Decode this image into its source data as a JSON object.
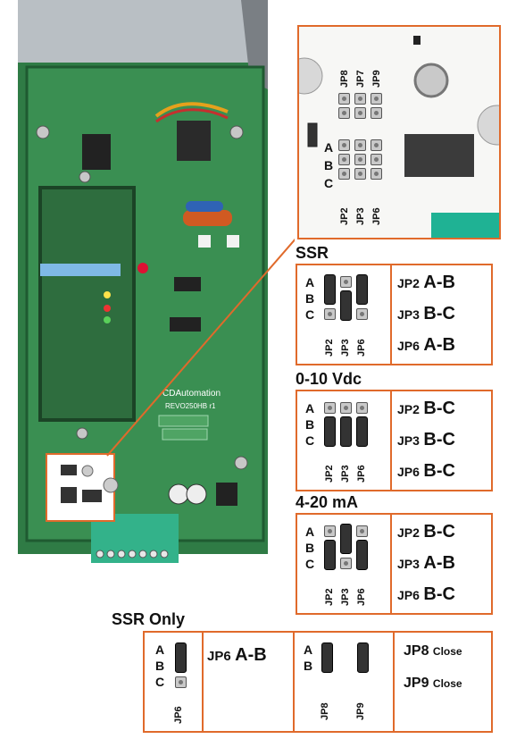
{
  "zoom_panel": {
    "top_jumpers": [
      "JP8",
      "JP7",
      "JP9"
    ],
    "rows": [
      "A",
      "B",
      "C"
    ],
    "bottom_jumpers": [
      "JP2",
      "JP3",
      "JP6"
    ]
  },
  "board": {
    "brand": "CDAutomation",
    "model": "REVO250HB r1"
  },
  "configs": [
    {
      "title": "SSR",
      "columns": [
        "JP2",
        "JP3",
        "JP6"
      ],
      "rows": [
        "A",
        "B",
        "C"
      ],
      "settings": [
        {
          "jumper": "JP2",
          "value": "A-B"
        },
        {
          "jumper": "JP3",
          "value": "B-C"
        },
        {
          "jumper": "JP6",
          "value": "A-B"
        }
      ]
    },
    {
      "title": "0-10 Vdc",
      "columns": [
        "JP2",
        "JP3",
        "JP6"
      ],
      "rows": [
        "A",
        "B",
        "C"
      ],
      "settings": [
        {
          "jumper": "JP2",
          "value": "B-C"
        },
        {
          "jumper": "JP3",
          "value": "B-C"
        },
        {
          "jumper": "JP6",
          "value": "B-C"
        }
      ]
    },
    {
      "title": "4-20 mA",
      "columns": [
        "JP2",
        "JP3",
        "JP6"
      ],
      "rows": [
        "A",
        "B",
        "C"
      ],
      "settings": [
        {
          "jumper": "JP2",
          "value": "B-C"
        },
        {
          "jumper": "JP3",
          "value": "A-B"
        },
        {
          "jumper": "JP6",
          "value": "B-C"
        }
      ]
    }
  ],
  "ssr_only": {
    "title": "SSR Only",
    "jp6_rows": [
      "A",
      "B",
      "C"
    ],
    "jp6_column": "JP6",
    "jp6_setting": {
      "jumper": "JP6",
      "value": "A-B"
    },
    "jp89_rows": [
      "A",
      "B"
    ],
    "jp89_columns": [
      "JP8",
      "JP9"
    ],
    "jp8_setting": {
      "jumper": "JP8",
      "value": "Close"
    },
    "jp9_setting": {
      "jumper": "JP9",
      "value": "Close"
    }
  }
}
